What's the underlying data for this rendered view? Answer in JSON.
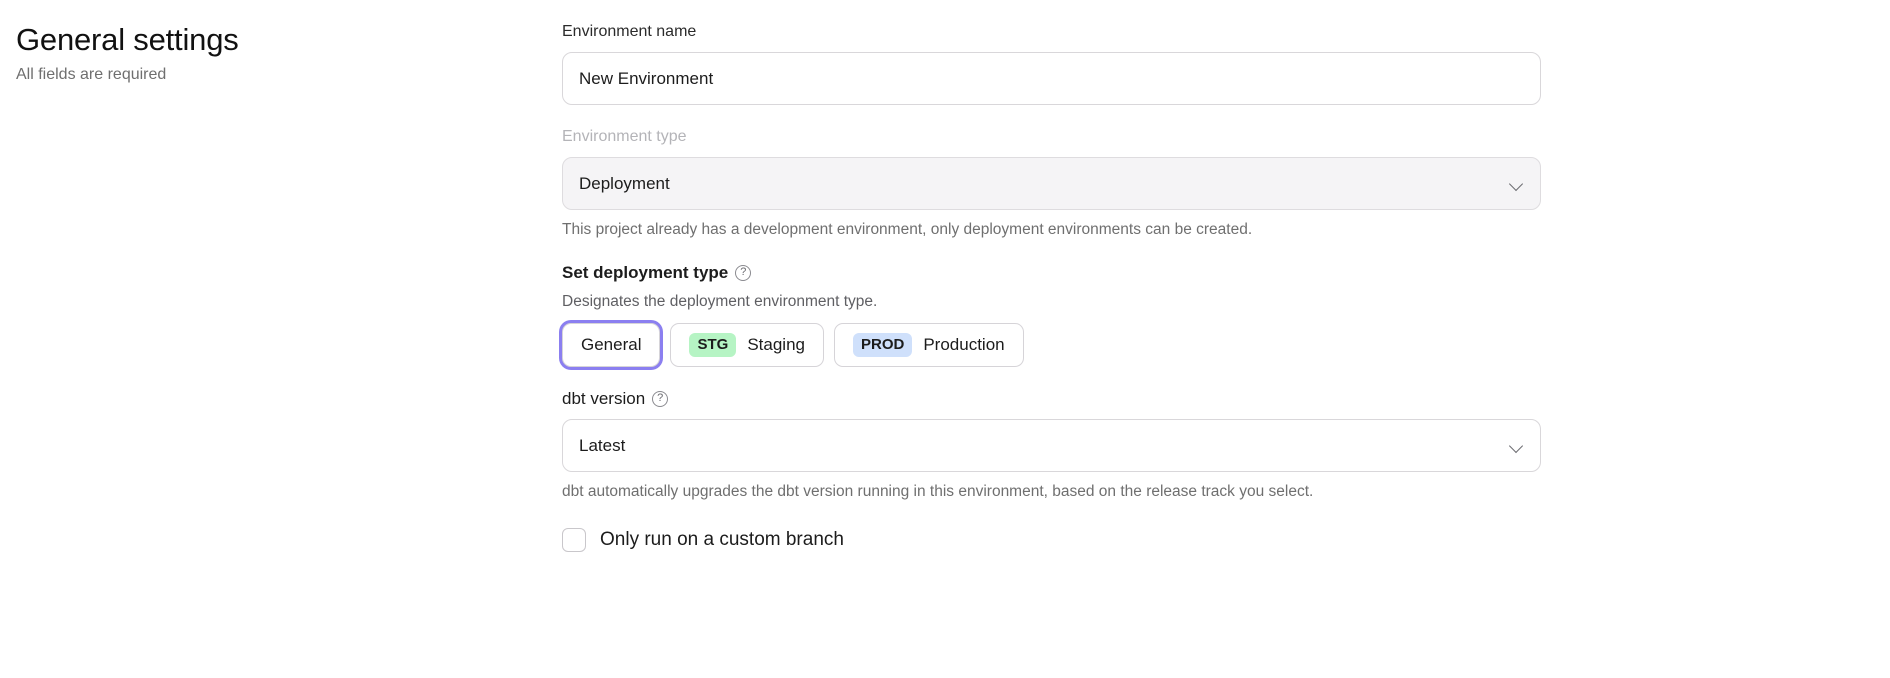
{
  "left": {
    "title": "General settings",
    "subtitle": "All fields are required"
  },
  "form": {
    "environment_name": {
      "label": "Environment name",
      "value": "New Environment",
      "placeholder": "New Environment"
    },
    "environment_type": {
      "label": "Environment type",
      "value": "Deployment",
      "chevron_icon": "chevron-down-icon",
      "helper": "This project already has a development environment, only deployment environments can be created."
    },
    "deployment_type": {
      "title": "Set deployment type",
      "help_icon": "question-circle-icon",
      "help_glyph": "?",
      "description": "Designates the deployment environment type.",
      "options": [
        {
          "label": "General",
          "badge": "",
          "selected": true
        },
        {
          "label": "Staging",
          "badge": "STG",
          "badge_color": "#b6f4c4",
          "selected": false
        },
        {
          "label": "Production",
          "badge": "PROD",
          "badge_color": "#cfe0fb",
          "selected": false
        }
      ]
    },
    "dbt_version": {
      "label": "dbt version",
      "help_icon": "question-circle-icon",
      "help_glyph": "?",
      "value": "Latest",
      "chevron_icon": "chevron-down-icon",
      "helper": "dbt automatically upgrades the dbt version running in this environment, based on the release track you select."
    },
    "custom_branch": {
      "label": "Only run on a custom branch",
      "checked": false
    }
  },
  "colors": {
    "focus_ring": "#8b7ff0",
    "staging_badge": "#b6f4c4",
    "production_badge": "#cfe0fb"
  }
}
